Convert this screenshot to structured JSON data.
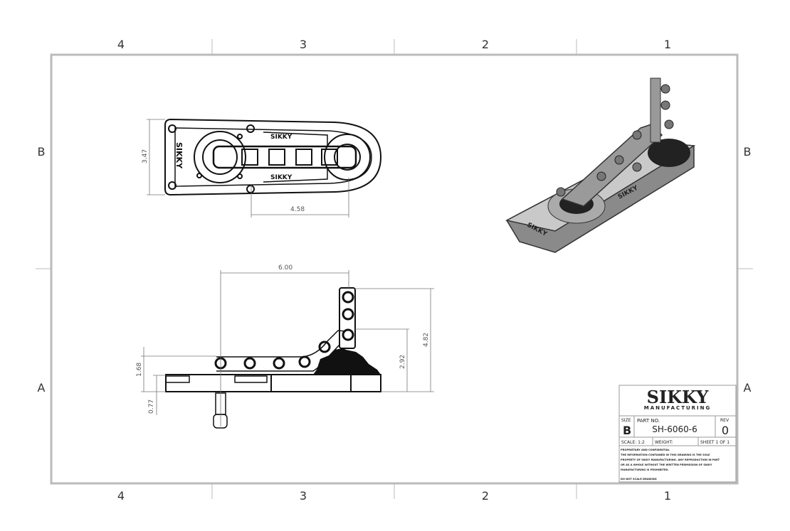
{
  "zones": {
    "columns": [
      "4",
      "3",
      "2",
      "1"
    ],
    "rows": [
      "B",
      "A"
    ]
  },
  "dimensions": {
    "top_height": "3.47",
    "top_width": "4.58",
    "side_length": "6.00",
    "side_total_height": "4.82",
    "side_pivot_height": "2.92",
    "side_arm_height": "1.68",
    "side_stud_height": "0.77"
  },
  "part_markings": {
    "brand": "SIKKY"
  },
  "title_block": {
    "logo_main": "SIKKY",
    "logo_sub": "MANUFACTURING",
    "size_label": "SIZE",
    "size_value": "B",
    "part_no_label": "PART NO.",
    "part_no_value": "SH-6060-6",
    "rev_label": "REV",
    "rev_value": "0",
    "scale": "SCALE: 1:2",
    "weight": "WEIGHT:",
    "sheet": "SHEET 1 OF 1",
    "notes": [
      "PROPRIETARY AND CONFIDENTIAL",
      "THE INFORMATION CONTAINED IN THIS DRAWING IS THE SOLE",
      "PROPERTY OF SIKKY MANUFACTURING. ANY REPRODUCTION IN PART",
      "OR AS A WHOLE WITHOUT THE WRITTEN PERMISSION OF SIKKY",
      "MANUFACTURING IS PROHIBITED."
    ],
    "notes2": [
      "DO NOT SCALE DRAWING"
    ]
  }
}
